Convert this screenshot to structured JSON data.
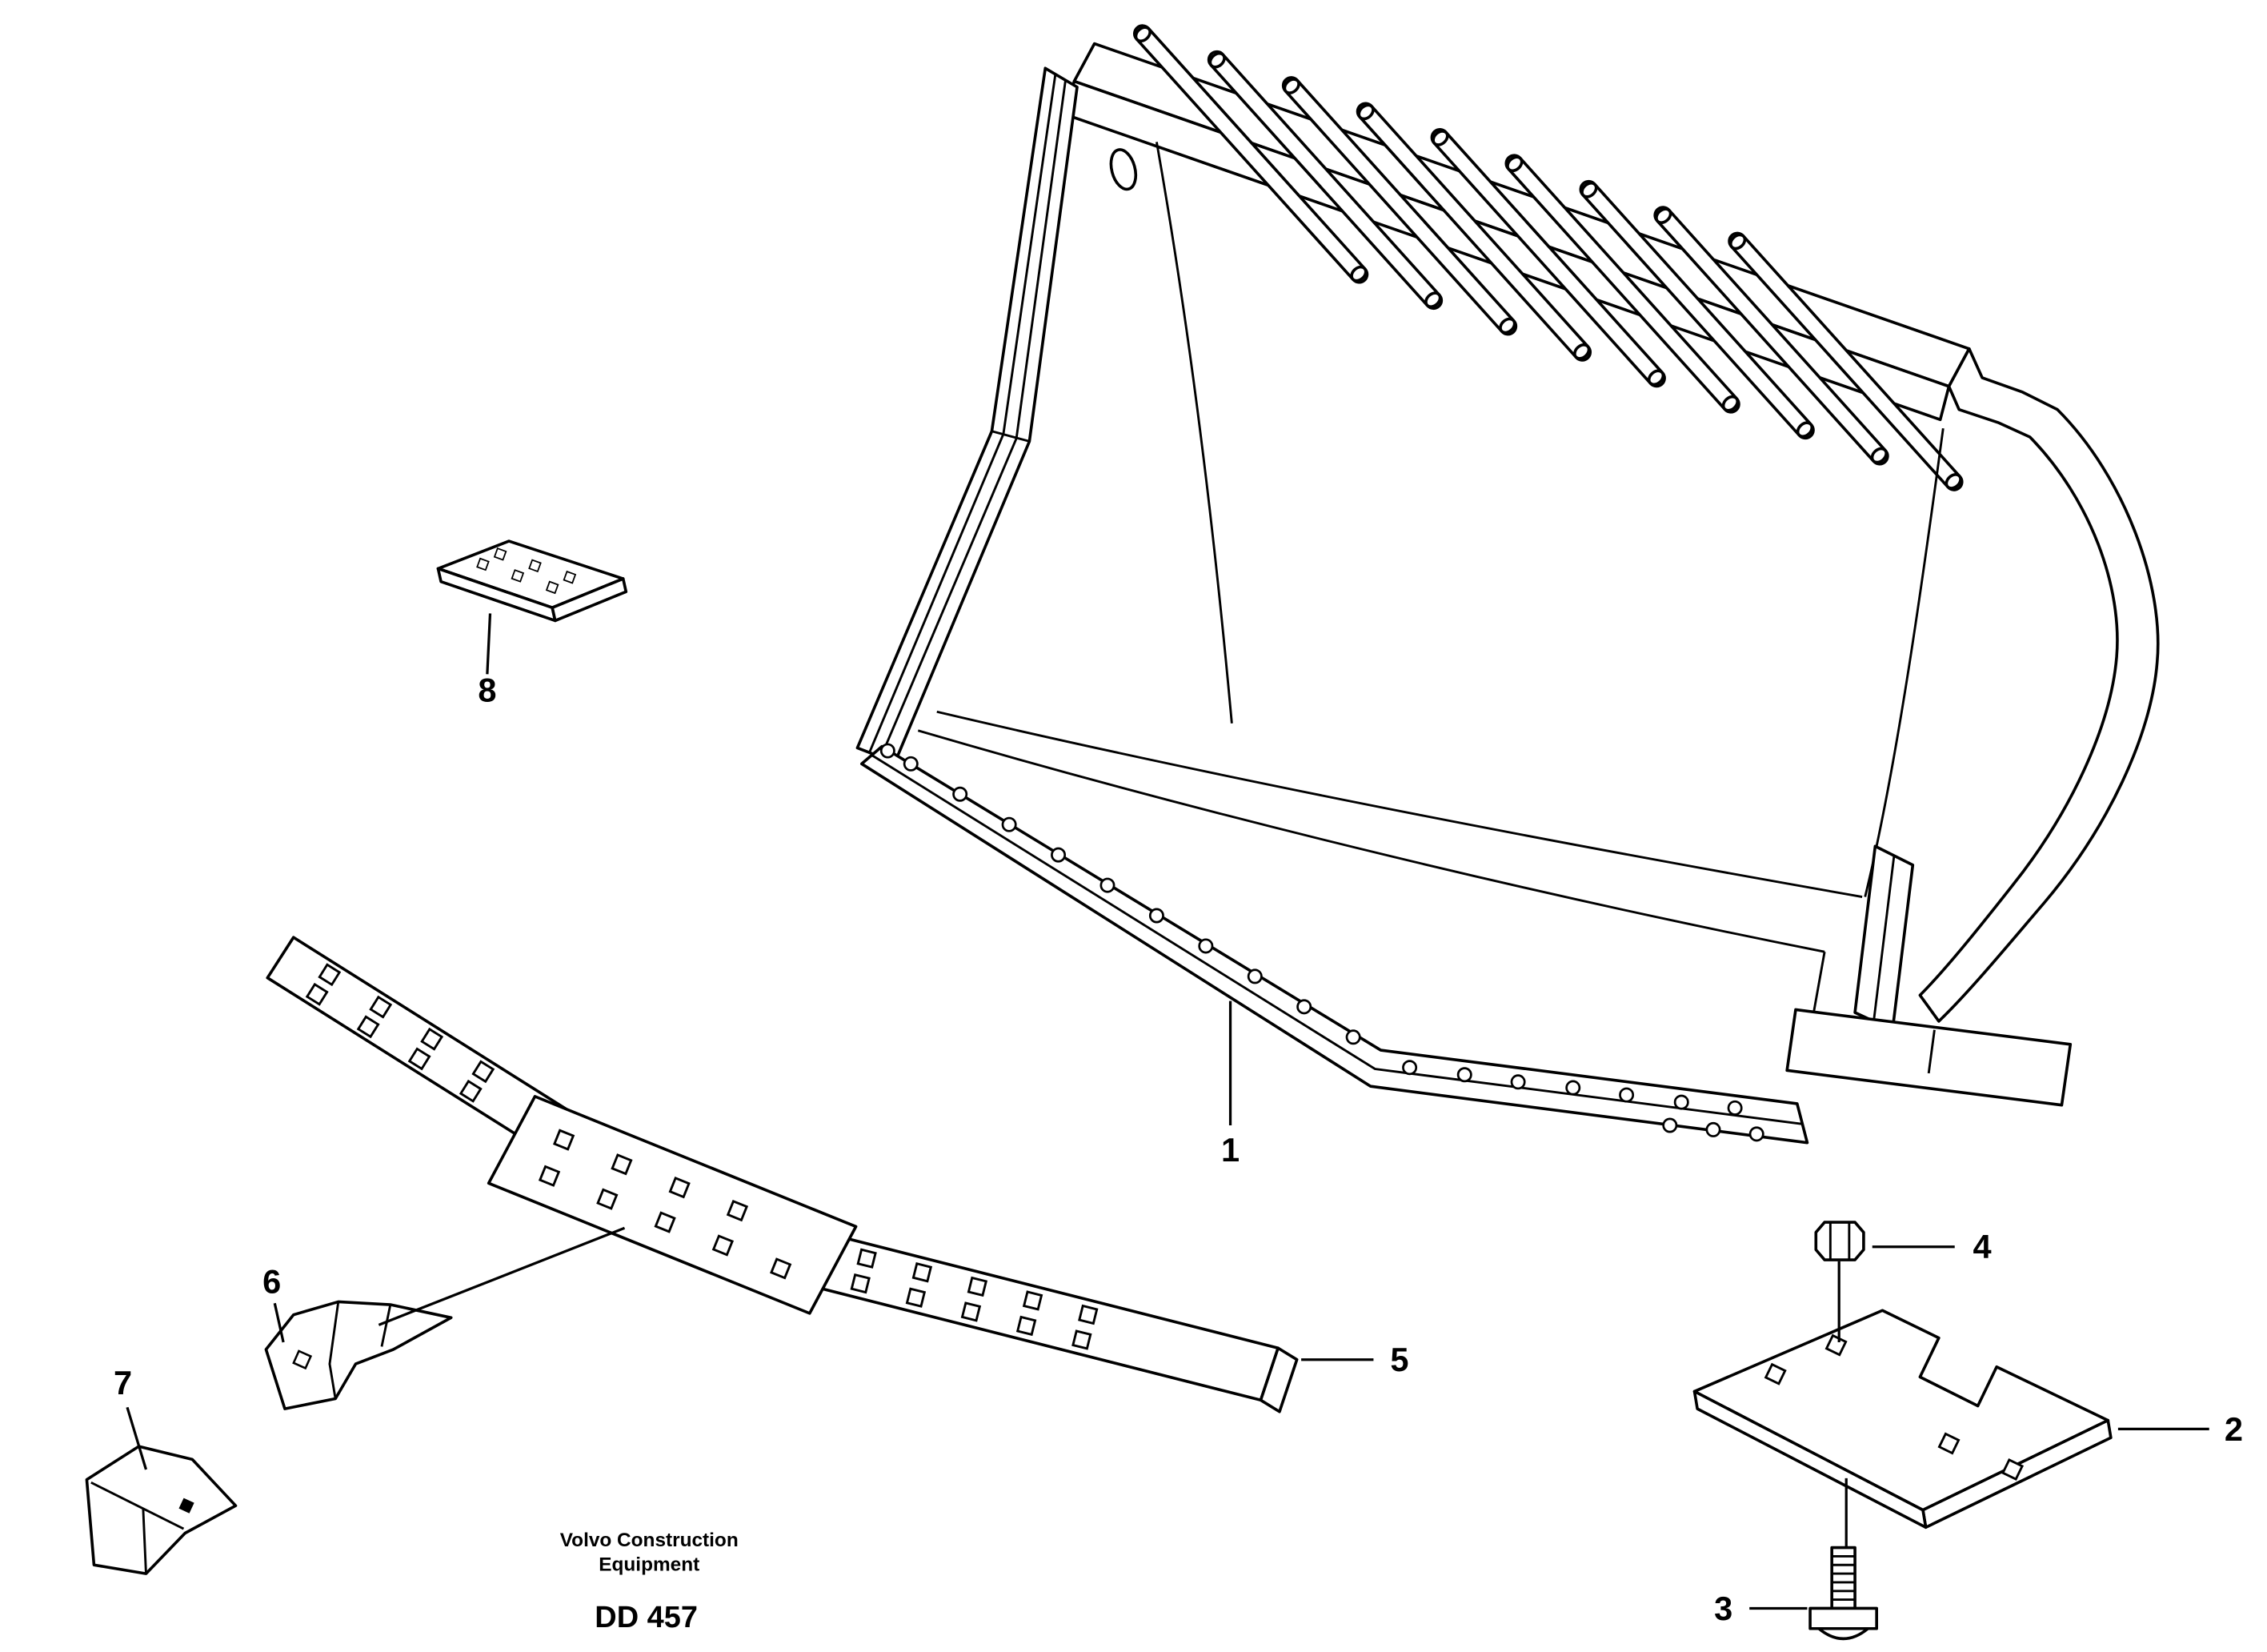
{
  "figure": {
    "callouts": {
      "part1": "1",
      "part2": "2",
      "part3": "3",
      "part4": "4",
      "part5": "5",
      "part6": "6",
      "part7": "7",
      "part8": "8"
    },
    "footer": {
      "brand_line1": "Volvo Construction",
      "brand_line2": "Equipment",
      "code": "DD 457"
    },
    "colors": {
      "line": "#000000",
      "background": "#ffffff"
    }
  }
}
